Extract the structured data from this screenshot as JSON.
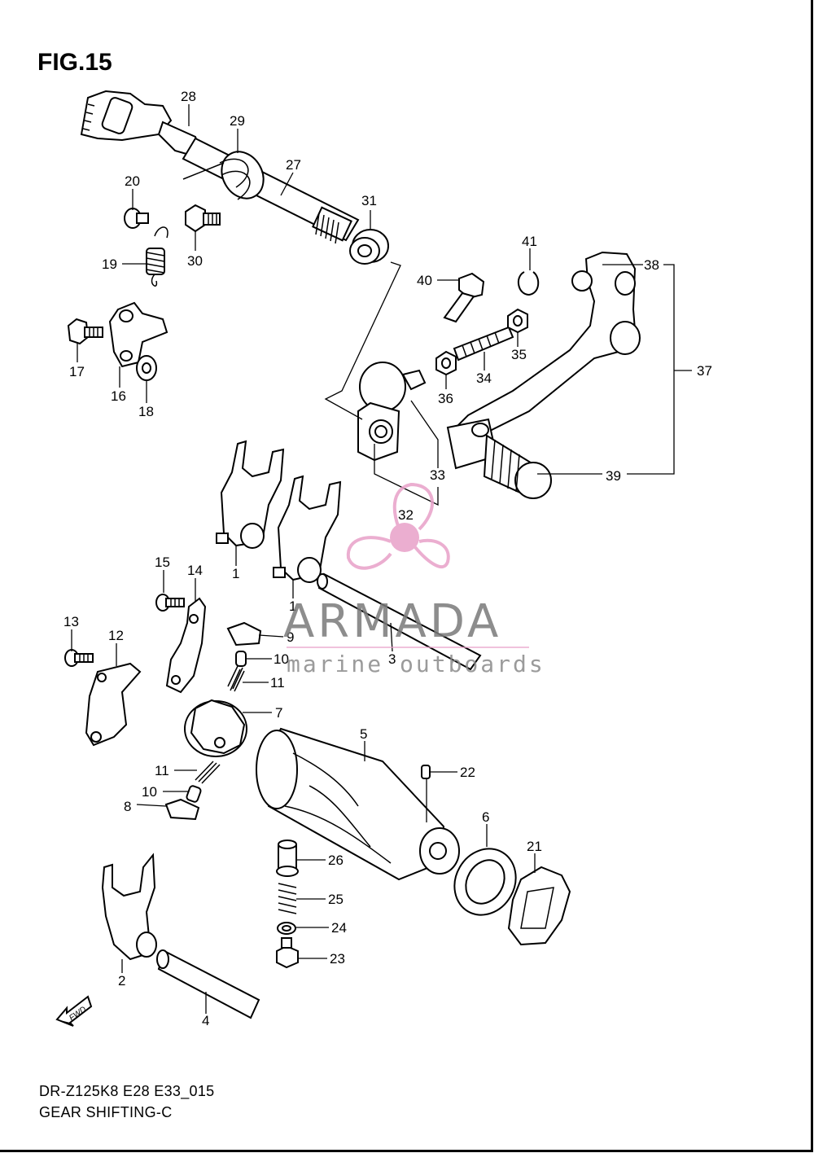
{
  "figure": {
    "title": "FIG.15",
    "caption_model": "DR-Z125K8 E28 E33_015",
    "caption_name": "GEAR SHIFTING-C"
  },
  "watermark": {
    "brand": "ARMADA",
    "tagline": "marine outboards",
    "logo": "propeller-logo",
    "brand_color": "#e8a0c8"
  },
  "fwd_label": "FWD",
  "callouts": [
    "1",
    "1",
    "2",
    "3",
    "4",
    "5",
    "6",
    "7",
    "8",
    "9",
    "10",
    "10",
    "11",
    "11",
    "12",
    "13",
    "14",
    "15",
    "16",
    "17",
    "18",
    "19",
    "20",
    "21",
    "22",
    "23",
    "24",
    "25",
    "26",
    "27",
    "28",
    "29",
    "30",
    "31",
    "32",
    "33",
    "34",
    "35",
    "36",
    "37",
    "38",
    "39",
    "40",
    "41"
  ]
}
